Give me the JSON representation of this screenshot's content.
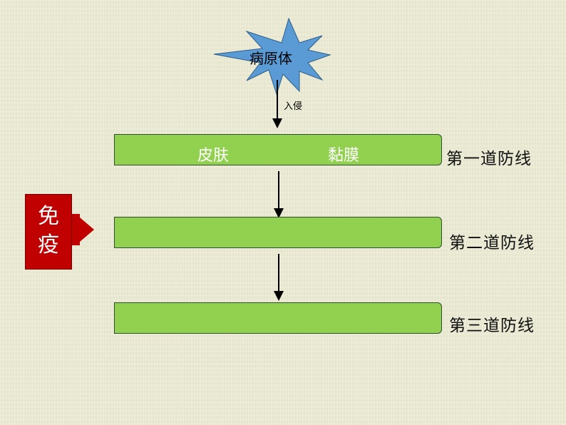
{
  "pathogen": {
    "label": "病原体"
  },
  "invade_label": "入侵",
  "immune": {
    "label_line1": "免",
    "label_line2": "疫"
  },
  "lines": [
    {
      "items": [
        "皮肤",
        "黏膜"
      ],
      "label": "第一道防线"
    },
    {
      "items": [],
      "label": "第二道防线"
    },
    {
      "items": [],
      "label": "第三道防线"
    }
  ],
  "colors": {
    "barrier_fill": "#92d050",
    "burst_fill": "#5b9bd5",
    "immune_fill": "#c00000"
  }
}
